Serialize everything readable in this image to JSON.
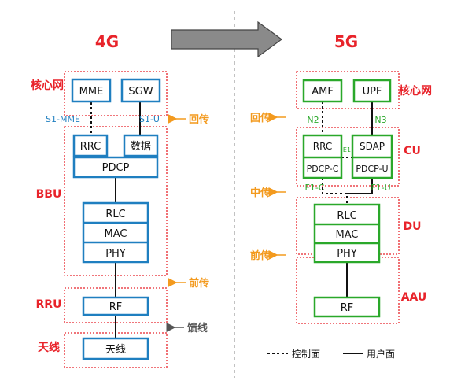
{
  "titles": {
    "left": "4G",
    "right": "5G"
  },
  "colors": {
    "red": "#e8232a",
    "blue": "#1f7fc0",
    "green": "#2aa82a",
    "orange": "#f39a1e",
    "gray": "#555555"
  },
  "g4": {
    "zones": {
      "core": "核心网",
      "bbu": "BBU",
      "rru": "RRU",
      "antenna": "天线"
    },
    "blocks": {
      "mme": "MME",
      "sgw": "SGW",
      "rrc": "RRC",
      "data": "数据",
      "pdcp": "PDCP",
      "rlc": "RLC",
      "mac": "MAC",
      "phy": "PHY",
      "rf": "RF",
      "antenna": "天线"
    },
    "interfaces": {
      "s1mme": "S1-MME",
      "s1u": "S1-U"
    },
    "arrows": {
      "backhaul": "回传",
      "fronthaul": "前传",
      "feeder": "馈线"
    }
  },
  "g5": {
    "zones": {
      "core": "核心网",
      "cu": "CU",
      "du": "DU",
      "aau": "AAU"
    },
    "blocks": {
      "amf": "AMF",
      "upf": "UPF",
      "rrc": "RRC",
      "sdap": "SDAP",
      "pdcpc": "PDCP-C",
      "pdcpu": "PDCP-U",
      "rlc": "RLC",
      "mac": "MAC",
      "phy": "PHY",
      "rf": "RF"
    },
    "interfaces": {
      "n2": "N2",
      "n3": "N3",
      "e1": "E1",
      "f1c": "F1-C",
      "f1u": "F1-U"
    },
    "arrows": {
      "backhaul": "回传",
      "midhaul": "中传",
      "fronthaul": "前传"
    }
  },
  "legend": {
    "control": "控制面",
    "user": "用户面"
  }
}
